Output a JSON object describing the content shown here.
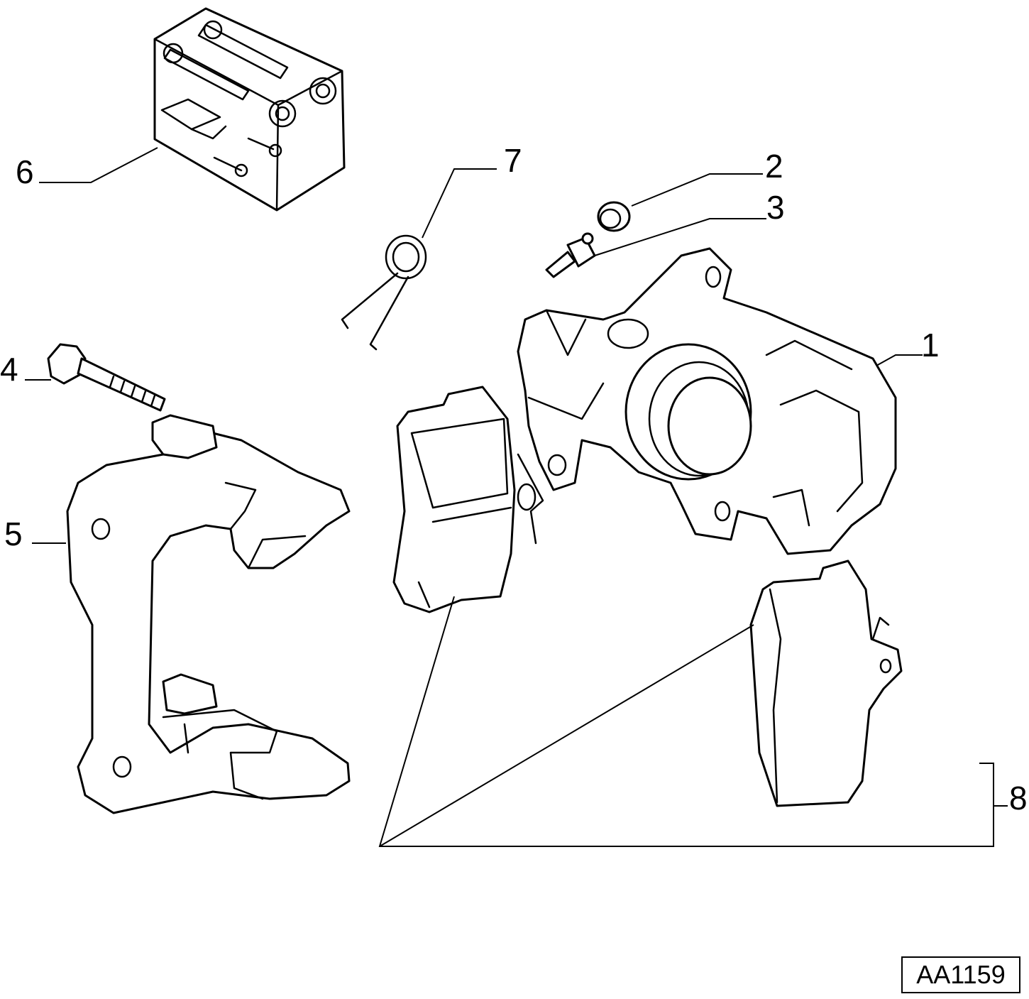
{
  "diagram": {
    "reference_code": "AA1159",
    "callouts": [
      {
        "number": "1",
        "part": "caliper"
      },
      {
        "number": "2",
        "part": "dust-cap"
      },
      {
        "number": "3",
        "part": "bleed-screw"
      },
      {
        "number": "4",
        "part": "bolt"
      },
      {
        "number": "5",
        "part": "caliper-bracket"
      },
      {
        "number": "6",
        "part": "guide-pin-kit"
      },
      {
        "number": "7",
        "part": "retaining-spring"
      },
      {
        "number": "8",
        "part": "brake-pad-set"
      }
    ]
  }
}
